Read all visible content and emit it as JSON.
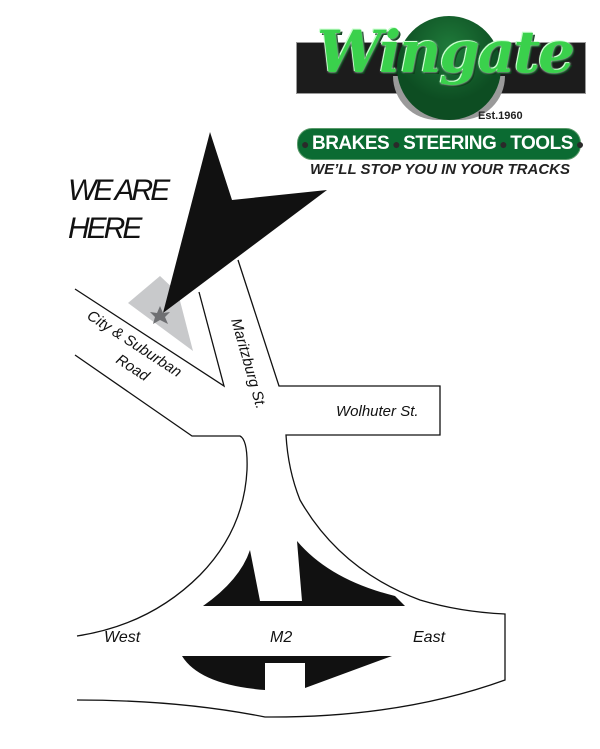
{
  "logo": {
    "brand": "Wingate",
    "established": "Est.1960",
    "services": [
      "BRAKES",
      "STEERING",
      "TOOLS"
    ],
    "tagline": "WE’LL STOP YOU IN YOUR TRACKS",
    "colors": {
      "green": "#0b6b32",
      "bright_green": "#3ad14c",
      "bar": "#1c1c1c"
    }
  },
  "map": {
    "callout_line1": "WE ARE",
    "callout_line2": "HERE",
    "roads": {
      "city_suburban_1": "City & Suburban",
      "city_suburban_2": "Road",
      "maritzburg": "Maritzburg St.",
      "wolhuter": "Wolhuter St.",
      "west": "West",
      "m2": "M2",
      "east": "East"
    },
    "marker_icon": "star-icon",
    "colors": {
      "arrow": "#111111",
      "property": "#c8c9cb",
      "marker": "#6e6f72"
    }
  }
}
